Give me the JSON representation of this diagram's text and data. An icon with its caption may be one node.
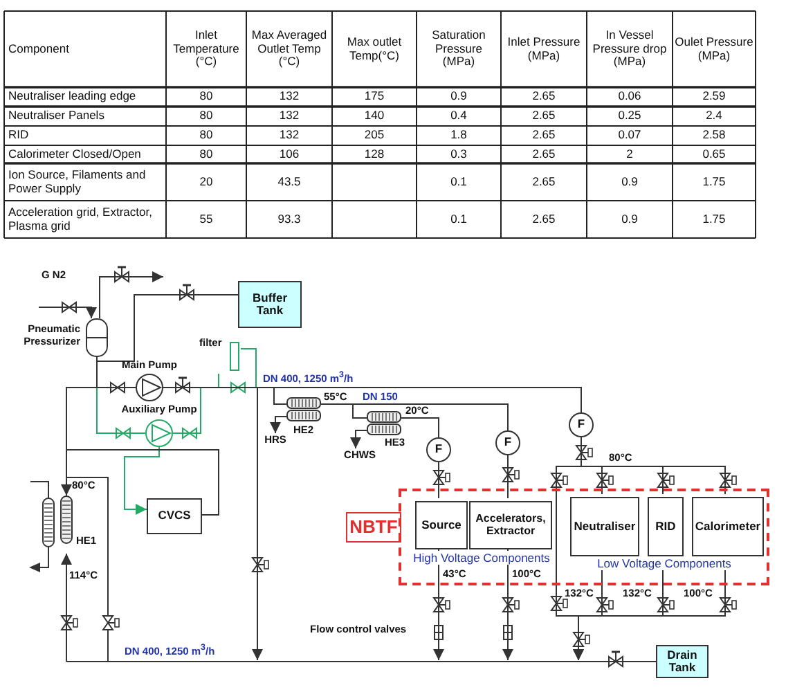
{
  "diagram": {
    "nodes": [
      {
        "text": [
          "Pneumatic Pressurizer"
        ]
      },
      {
        "text": [
          "Buffer Tank"
        ]
      },
      {
        "text": [
          "Main Pump"
        ]
      },
      {
        "text": [
          "Auxiliary Pump"
        ]
      },
      {
        "text": [
          "filter"
        ]
      },
      {
        "text": [
          "HE2"
        ]
      },
      {
        "text": [
          "HE3"
        ]
      },
      {
        "text": [
          "HRS"
        ]
      },
      {
        "text": [
          "CHWS"
        ]
      },
      {
        "text": [
          "CVCS"
        ]
      },
      {
        "text": [
          "HE1"
        ]
      },
      {
        "text": [
          "F"
        ]
      },
      {
        "text": [
          "F"
        ]
      },
      {
        "text": [
          "F"
        ]
      },
      {
        "text": [
          "NBTF"
        ]
      },
      {
        "text": [],
        "shape": "box"
      },
      {
        "text": [
          "Source"
        ],
        "in": 15
      },
      {
        "text": [
          "Accelerators, Extractor"
        ],
        "in": 15
      },
      {
        "text": [
          "Neutraliser"
        ],
        "in": 15
      },
      {
        "text": [
          "RID"
        ],
        "in": 15
      },
      {
        "text": [
          "Calorimeter"
        ],
        "in": 15
      },
      {
        "text": [
          "Drain Tank"
        ]
      }
    ],
    "edges": [
      {
        "from": null,
        "to": 0,
        "arrow": "to"
      },
      {
        "from": 0,
        "to": null,
        "arrow": "to"
      },
      {
        "from": 0,
        "to": 1,
        "arrow": "none"
      },
      {
        "from": 0,
        "to": 2,
        "arrow": "none"
      },
      {
        "from": 0,
        "to": 3,
        "arrow": "none",
        "color": "#22aa66"
      },
      {
        "from": 2,
        "to": 5,
        "arrow": "none"
      },
      {
        "from": 2,
        "to": 13,
        "arrow": "none"
      },
      {
        "from": 3,
        "to": 13,
        "arrow": "none",
        "color": "#22aa66"
      },
      {
        "from": 2,
        "to": 4,
        "arrow": "none",
        "color": "#22aa66"
      },
      {
        "from": 4,
        "to": 13,
        "arrow": "none",
        "color": "#22aa66"
      },
      {
        "from": 5,
        "to": 6,
        "arrow": "none"
      },
      {
        "from": 5,
        "to": 12,
        "arrow": "none"
      },
      {
        "from": 6,
        "to": 11,
        "arrow": "none"
      },
      {
        "from": 5,
        "to": 7,
        "arrow": "to"
      },
      {
        "from": 6,
        "to": 8,
        "arrow": "to"
      },
      {
        "from": 11,
        "to": 16,
        "arrow": "none"
      },
      {
        "from": 12,
        "to": 17,
        "arrow": "none"
      },
      {
        "from": 13,
        "to": 18,
        "arrow": "none"
      },
      {
        "from": 13,
        "to": 19,
        "arrow": "none"
      },
      {
        "from": 13,
        "to": 20,
        "arrow": "none"
      },
      {
        "from": 16,
        "to": null,
        "arrow": "to"
      },
      {
        "from": 17,
        "to": null,
        "arrow": "to"
      },
      {
        "from": 18,
        "to": null,
        "arrow": "to"
      },
      {
        "from": 19,
        "to": null,
        "arrow": "to"
      },
      {
        "from": 20,
        "to": null,
        "arrow": "to"
      },
      {
        "from": 9,
        "to": 10,
        "arrow": "to"
      },
      {
        "from": 3,
        "to": 9,
        "arrow": "to",
        "color": "#22aa66"
      },
      {
        "from": null,
        "to": 10,
        "arrow": "to"
      },
      {
        "from": 10,
        "to": 2,
        "arrow": "none"
      },
      {
        "from": 2,
        "to": null,
        "arrow": "to"
      },
      {
        "from": null,
        "to": 21,
        "arrow": "none"
      },
      {
        "from": 13,
        "to": null,
        "arrow": "none"
      }
    ],
    "labels": [
      "Component",
      "Inlet Temperature (°C)",
      "Max Averaged Outlet Temp (°C)",
      "Max outlet Temp(°C)",
      "Saturation Pressure (MPa)",
      "Inlet Pressure (MPa)",
      "In Vessel Pressure drop (MPa)",
      "Oulet Pressure (MPa)",
      "Neutraliser leading edge",
      "80",
      "132",
      "175",
      "0.9",
      "2.65",
      "0.06",
      "2.59",
      "Neutraliser Panels",
      "80",
      "132",
      "140",
      "0.4",
      "2.65",
      "0.25",
      "2.4",
      "RID",
      "80",
      "132",
      "205",
      "1.8",
      "2.65",
      "0.07",
      "2.58",
      "Calorimeter Closed/Open",
      "80",
      "106",
      "128",
      "0.3",
      "2.65",
      "2",
      "0.65",
      "Ion Source, Filaments and Power Supply",
      "20",
      "43.5",
      "0.1",
      "2.65",
      "0.9",
      "1.75",
      "Acceleration grid, Extractor, Plasma grid",
      "55",
      "93.3",
      "0.1",
      "2.65",
      "0.9",
      "1.75",
      "G N2",
      "DN 400,  1250 m$^{3}$/h",
      "55°C",
      "DN 150",
      "20°C",
      "80°C",
      "80°C",
      "114°C",
      "High Voltage Components",
      "Low Voltage Components",
      "43°C",
      "100°C",
      "132°C",
      "132°C",
      "100°C",
      "Flow control valves",
      "DN 400,  1250 m$^{3}$/h"
    ]
  }
}
